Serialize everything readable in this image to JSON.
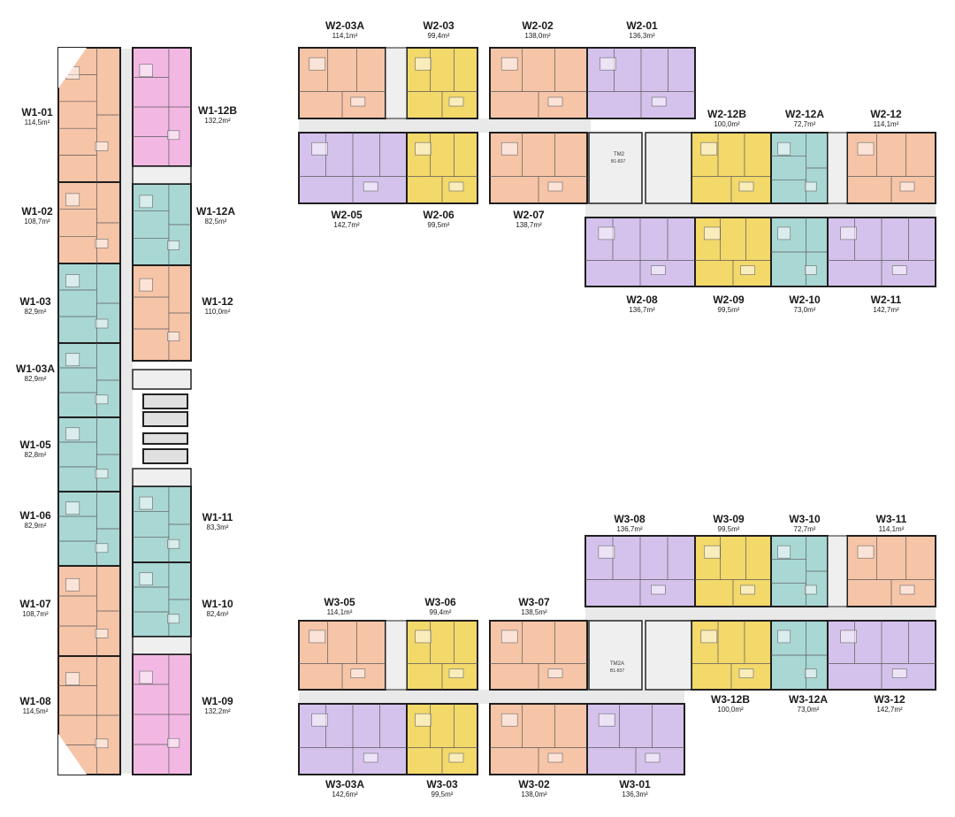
{
  "colors": {
    "orange": "#f6c4a7",
    "purple": "#d4c2ec",
    "yellow": "#f3d86a",
    "teal": "#a9d7d4",
    "pink": "#f2b8e3",
    "wall": "#1f1f1f",
    "corridor": "#e6e6e6"
  },
  "units": [
    {
      "code": "W1-01",
      "area": "114,5m²",
      "color": "orange"
    },
    {
      "code": "W1-02",
      "area": "108,7m²",
      "color": "orange"
    },
    {
      "code": "W1-03",
      "area": "82,9m²",
      "color": "teal"
    },
    {
      "code": "W1-03A",
      "area": "82,9m²",
      "color": "teal"
    },
    {
      "code": "W1-05",
      "area": "82,8m²",
      "color": "teal"
    },
    {
      "code": "W1-06",
      "area": "82,9m²",
      "color": "teal"
    },
    {
      "code": "W1-07",
      "area": "108,7m²",
      "color": "orange"
    },
    {
      "code": "W1-08",
      "area": "114,5m²",
      "color": "orange"
    },
    {
      "code": "W1-12B",
      "area": "132,2m²",
      "color": "pink"
    },
    {
      "code": "W1-12A",
      "area": "82,5m²",
      "color": "teal"
    },
    {
      "code": "W1-12",
      "area": "110,0m²",
      "color": "orange"
    },
    {
      "code": "W1-11",
      "area": "83,3m²",
      "color": "teal"
    },
    {
      "code": "W1-10",
      "area": "82,4m²",
      "color": "teal"
    },
    {
      "code": "W1-09",
      "area": "132,2m²",
      "color": "pink"
    },
    {
      "code": "W2-03A",
      "area": "114,1m²",
      "color": "orange"
    },
    {
      "code": "W2-03",
      "area": "99,4m²",
      "color": "yellow"
    },
    {
      "code": "W2-02",
      "area": "138,0m²",
      "color": "orange"
    },
    {
      "code": "W2-01",
      "area": "136,3m²",
      "color": "purple"
    },
    {
      "code": "W2-05",
      "area": "142,7m²",
      "color": "purple"
    },
    {
      "code": "W2-06",
      "area": "99,5m²",
      "color": "yellow"
    },
    {
      "code": "W2-07",
      "area": "138,7m²",
      "color": "orange"
    },
    {
      "code": "W2-12B",
      "area": "100,0m²",
      "color": "yellow"
    },
    {
      "code": "W2-12A",
      "area": "72,7m²",
      "color": "teal"
    },
    {
      "code": "W2-12",
      "area": "114,1m²",
      "color": "orange"
    },
    {
      "code": "W2-08",
      "area": "136,7m²",
      "color": "purple"
    },
    {
      "code": "W2-09",
      "area": "99,5m²",
      "color": "yellow"
    },
    {
      "code": "W2-10",
      "area": "73,0m²",
      "color": "teal"
    },
    {
      "code": "W2-11",
      "area": "142,7m²",
      "color": "purple"
    },
    {
      "code": "W3-08",
      "area": "136,7m²",
      "color": "purple"
    },
    {
      "code": "W3-09",
      "area": "99,5m²",
      "color": "yellow"
    },
    {
      "code": "W3-10",
      "area": "72,7m²",
      "color": "teal"
    },
    {
      "code": "W3-11",
      "area": "114,1m²",
      "color": "orange"
    },
    {
      "code": "W3-05",
      "area": "114,1m²",
      "color": "orange"
    },
    {
      "code": "W3-06",
      "area": "99,4m²",
      "color": "yellow"
    },
    {
      "code": "W3-07",
      "area": "138,5m²",
      "color": "orange"
    },
    {
      "code": "W3-12B",
      "area": "100,0m²",
      "color": "yellow"
    },
    {
      "code": "W3-12A",
      "area": "73,0m²",
      "color": "teal"
    },
    {
      "code": "W3-12",
      "area": "142,7m²",
      "color": "purple"
    },
    {
      "code": "W3-03A",
      "area": "142,6m²",
      "color": "purple"
    },
    {
      "code": "W3-03",
      "area": "99,5m²",
      "color": "yellow"
    },
    {
      "code": "W3-02",
      "area": "138,0m²",
      "color": "orange"
    },
    {
      "code": "W3-01",
      "area": "136,3m²",
      "color": "purple"
    }
  ],
  "core_labels": {
    "tm2": "TM2",
    "tm2_sub": "B1-837",
    "tm2a": "TM2A",
    "tm2a_sub": "B1-837"
  }
}
